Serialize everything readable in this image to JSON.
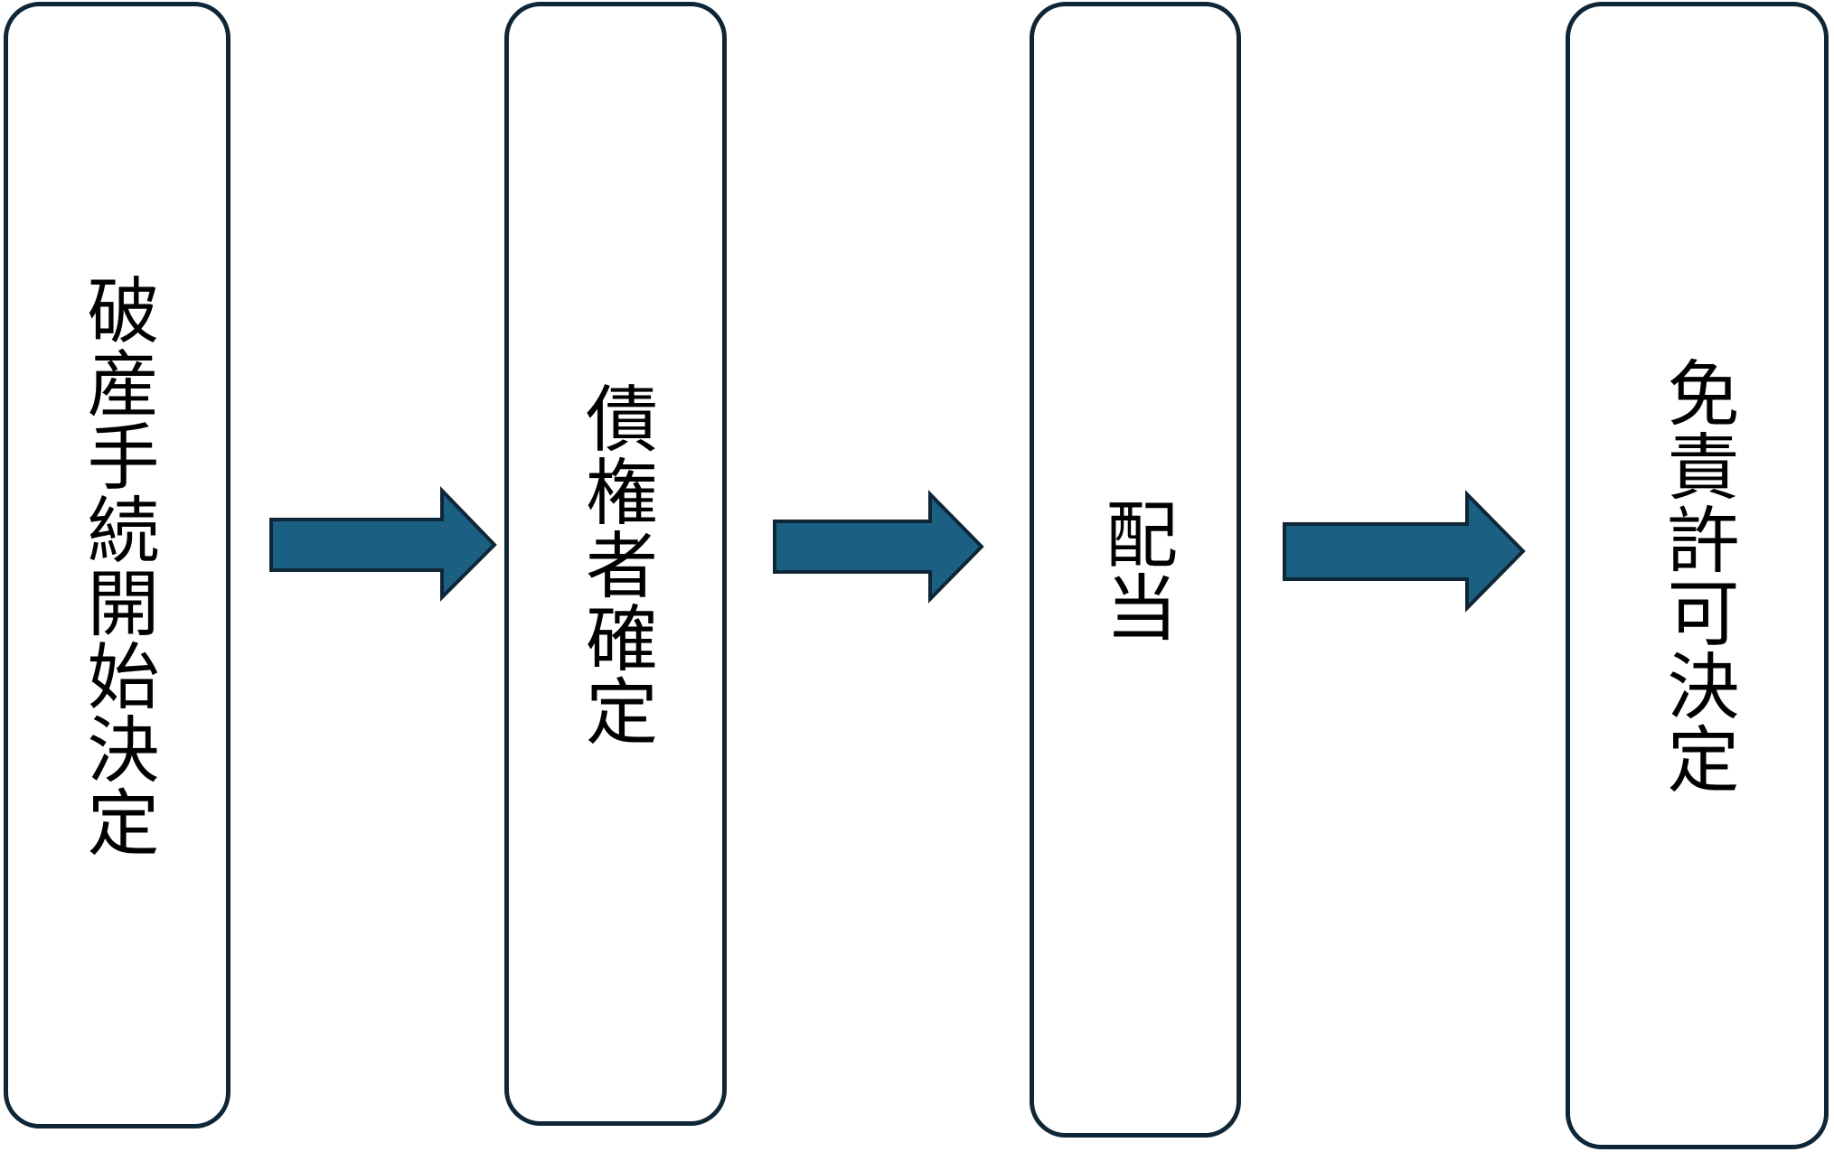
{
  "diagram": {
    "steps": [
      {
        "label": "破産手続開始決定"
      },
      {
        "label": "債権者確定"
      },
      {
        "label": "配当"
      },
      {
        "label": "免責許可決定"
      }
    ],
    "connector_icon": "right-arrow-icon"
  },
  "colors": {
    "box_border": "#0f2637",
    "arrow_fill": "#1b5f82",
    "arrow_stroke": "#0f2637",
    "text": "#000000",
    "background": "#ffffff"
  }
}
